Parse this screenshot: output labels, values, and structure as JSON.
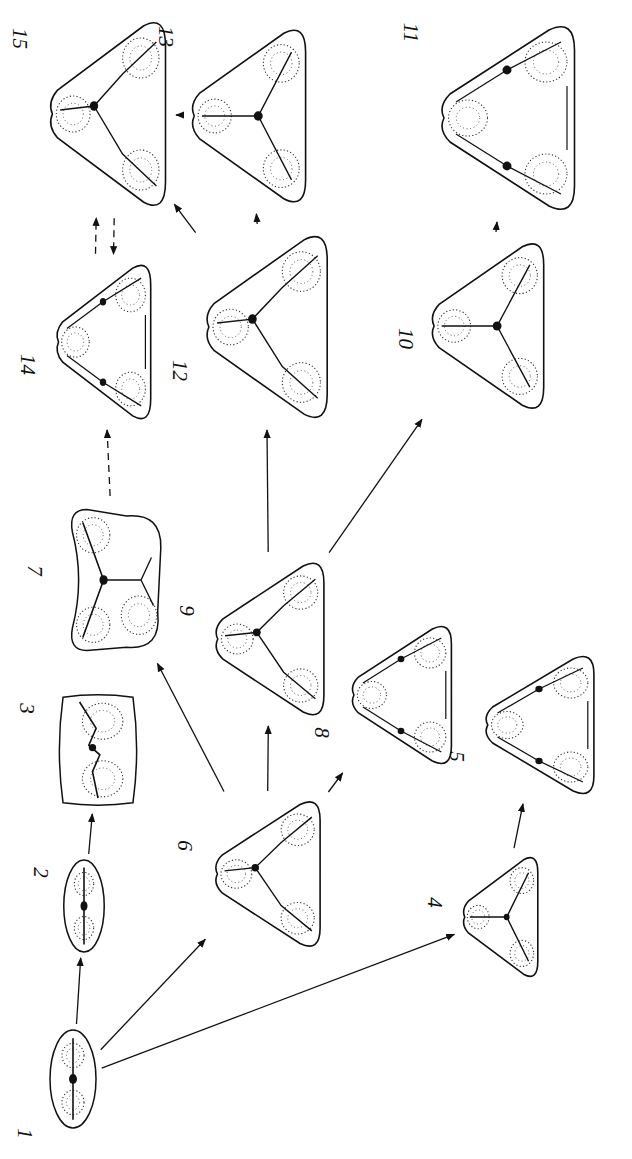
{
  "diagram": {
    "nodes": [
      {
        "text": [
          "1"
        ]
      },
      {
        "text": [
          "2"
        ]
      },
      {
        "text": [
          "3"
        ]
      },
      {
        "text": [
          "4"
        ]
      },
      {
        "text": [
          "5"
        ]
      },
      {
        "text": [
          "6"
        ]
      },
      {
        "text": [
          "7"
        ]
      },
      {
        "text": [
          "8"
        ]
      },
      {
        "text": [
          "9"
        ]
      },
      {
        "text": [
          "10"
        ]
      },
      {
        "text": [
          "11"
        ]
      },
      {
        "text": [
          "12"
        ]
      },
      {
        "text": [
          "13"
        ]
      },
      {
        "text": [
          "14"
        ]
      },
      {
        "text": [
          "15"
        ]
      }
    ],
    "edges": [
      {
        "from": 0,
        "to": 1,
        "arrow": "to"
      },
      {
        "from": 0,
        "to": 5,
        "arrow": "to"
      },
      {
        "from": 0,
        "to": 3,
        "arrow": "to"
      },
      {
        "from": 1,
        "to": 2,
        "arrow": "to"
      },
      {
        "from": 3,
        "to": 4,
        "arrow": "to"
      },
      {
        "from": 5,
        "to": 6,
        "arrow": "to"
      },
      {
        "from": 5,
        "to": 8,
        "arrow": "to"
      },
      {
        "from": 5,
        "to": 7,
        "arrow": "to"
      },
      {
        "from": 8,
        "to": 11,
        "arrow": "to"
      },
      {
        "from": 8,
        "to": 9,
        "arrow": "to"
      },
      {
        "from": 9,
        "to": 10,
        "arrow": "to"
      },
      {
        "from": 11,
        "to": 12,
        "arrow": "to"
      },
      {
        "from": 11,
        "to": 14,
        "arrow": "to"
      },
      {
        "from": 12,
        "to": 14,
        "arrow": "to"
      },
      {
        "from": 6,
        "to": 13,
        "arrow": "to"
      },
      {
        "from": 13,
        "to": 14,
        "arrow": "to"
      },
      {
        "from": 14,
        "to": 13,
        "arrow": "to"
      }
    ]
  }
}
